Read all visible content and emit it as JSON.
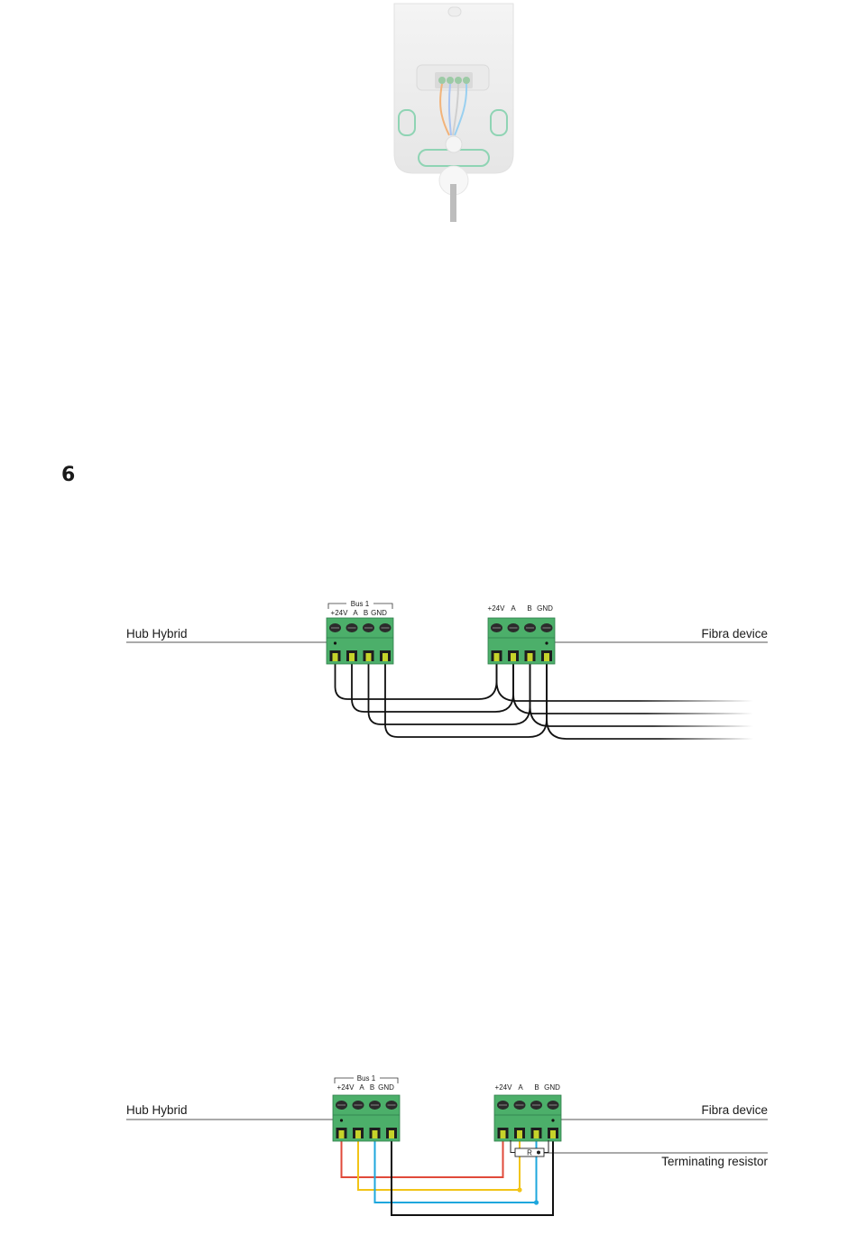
{
  "step_number": "6",
  "diagram1": {
    "hub_label": "Hub Hybrid",
    "device_label": "Fibra device",
    "bus_label": "Bus 1",
    "hub_terminals": [
      "+24V",
      "A",
      "B",
      "GND"
    ],
    "device_terminals": [
      "+24V",
      "A",
      "B",
      "GND"
    ]
  },
  "diagram2": {
    "hub_label": "Hub Hybrid",
    "device_label": "Fibra device",
    "bus_label": "Bus 1",
    "resistor_label": "Terminating resistor",
    "resistor_symbol": "R",
    "hub_terminals": [
      "+24V",
      "A",
      "B",
      "GND"
    ],
    "device_terminals": [
      "+24V",
      "A",
      "B",
      "GND"
    ],
    "wire_colors": [
      "#e04a3a",
      "#f2c417",
      "#1ea7dd",
      "#111111"
    ]
  },
  "colors": {
    "terminal_block": "#4caf6a",
    "terminal_screw_pad": "#c6d32a"
  }
}
